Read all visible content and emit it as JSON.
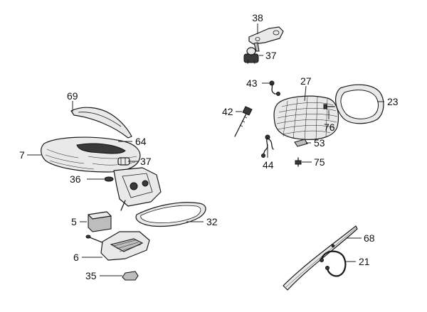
{
  "callouts": [
    {
      "id": "c38",
      "text": "38"
    },
    {
      "id": "c37a",
      "text": "37"
    },
    {
      "id": "c43",
      "text": "43"
    },
    {
      "id": "c27",
      "text": "27"
    },
    {
      "id": "c23",
      "text": "23"
    },
    {
      "id": "c42",
      "text": "42"
    },
    {
      "id": "c76",
      "text": "76"
    },
    {
      "id": "c53",
      "text": "53"
    },
    {
      "id": "c44",
      "text": "44"
    },
    {
      "id": "c75",
      "text": "75"
    },
    {
      "id": "c69",
      "text": "69"
    },
    {
      "id": "c64",
      "text": "64"
    },
    {
      "id": "c7",
      "text": "7"
    },
    {
      "id": "c37b",
      "text": "37"
    },
    {
      "id": "c36",
      "text": "36"
    },
    {
      "id": "c32",
      "text": "32"
    },
    {
      "id": "c5",
      "text": "5"
    },
    {
      "id": "c6",
      "text": "6"
    },
    {
      "id": "c35",
      "text": "35"
    },
    {
      "id": "c68",
      "text": "68"
    },
    {
      "id": "c21",
      "text": "21"
    }
  ]
}
